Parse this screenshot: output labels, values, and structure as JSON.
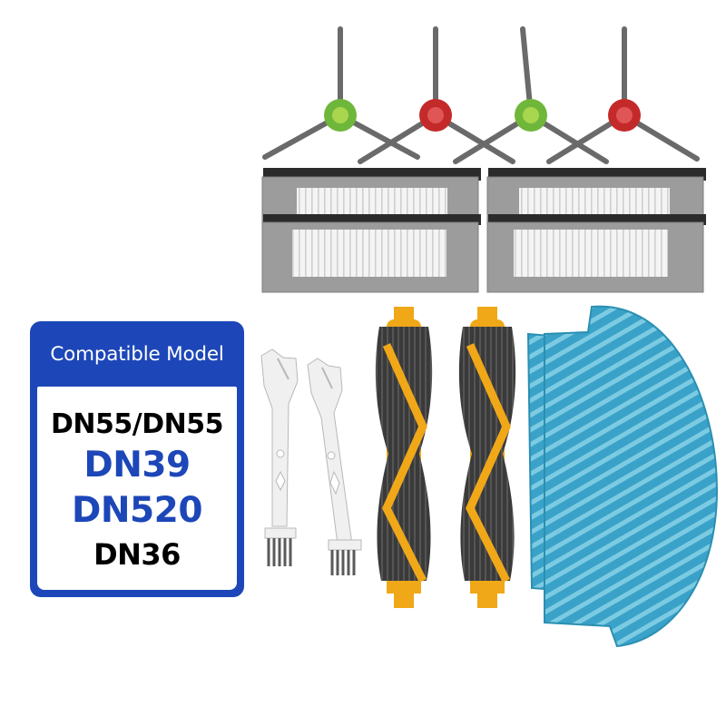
{
  "product_photo": {
    "colors": {
      "badge_blue": "#1d47b8",
      "brush_green": "#6fb73a",
      "brush_red": "#c42a2a",
      "filter_gray": "#9c9c9c",
      "roller_yellow": "#f0a818",
      "mop_blue": "#4aa8c8"
    },
    "items": [
      "side-brush",
      "side-brush",
      "side-brush",
      "side-brush",
      "hepa-filter",
      "hepa-filter",
      "hepa-filter",
      "hepa-filter",
      "cleaning-tool",
      "cleaning-tool",
      "main-roller-brush",
      "main-roller-brush",
      "mop-cloth",
      "mop-cloth"
    ]
  },
  "compat_badge": {
    "title": "Compatible Model",
    "models": [
      "DN55/DN55",
      "DN39",
      "DN520",
      "DN36"
    ]
  }
}
